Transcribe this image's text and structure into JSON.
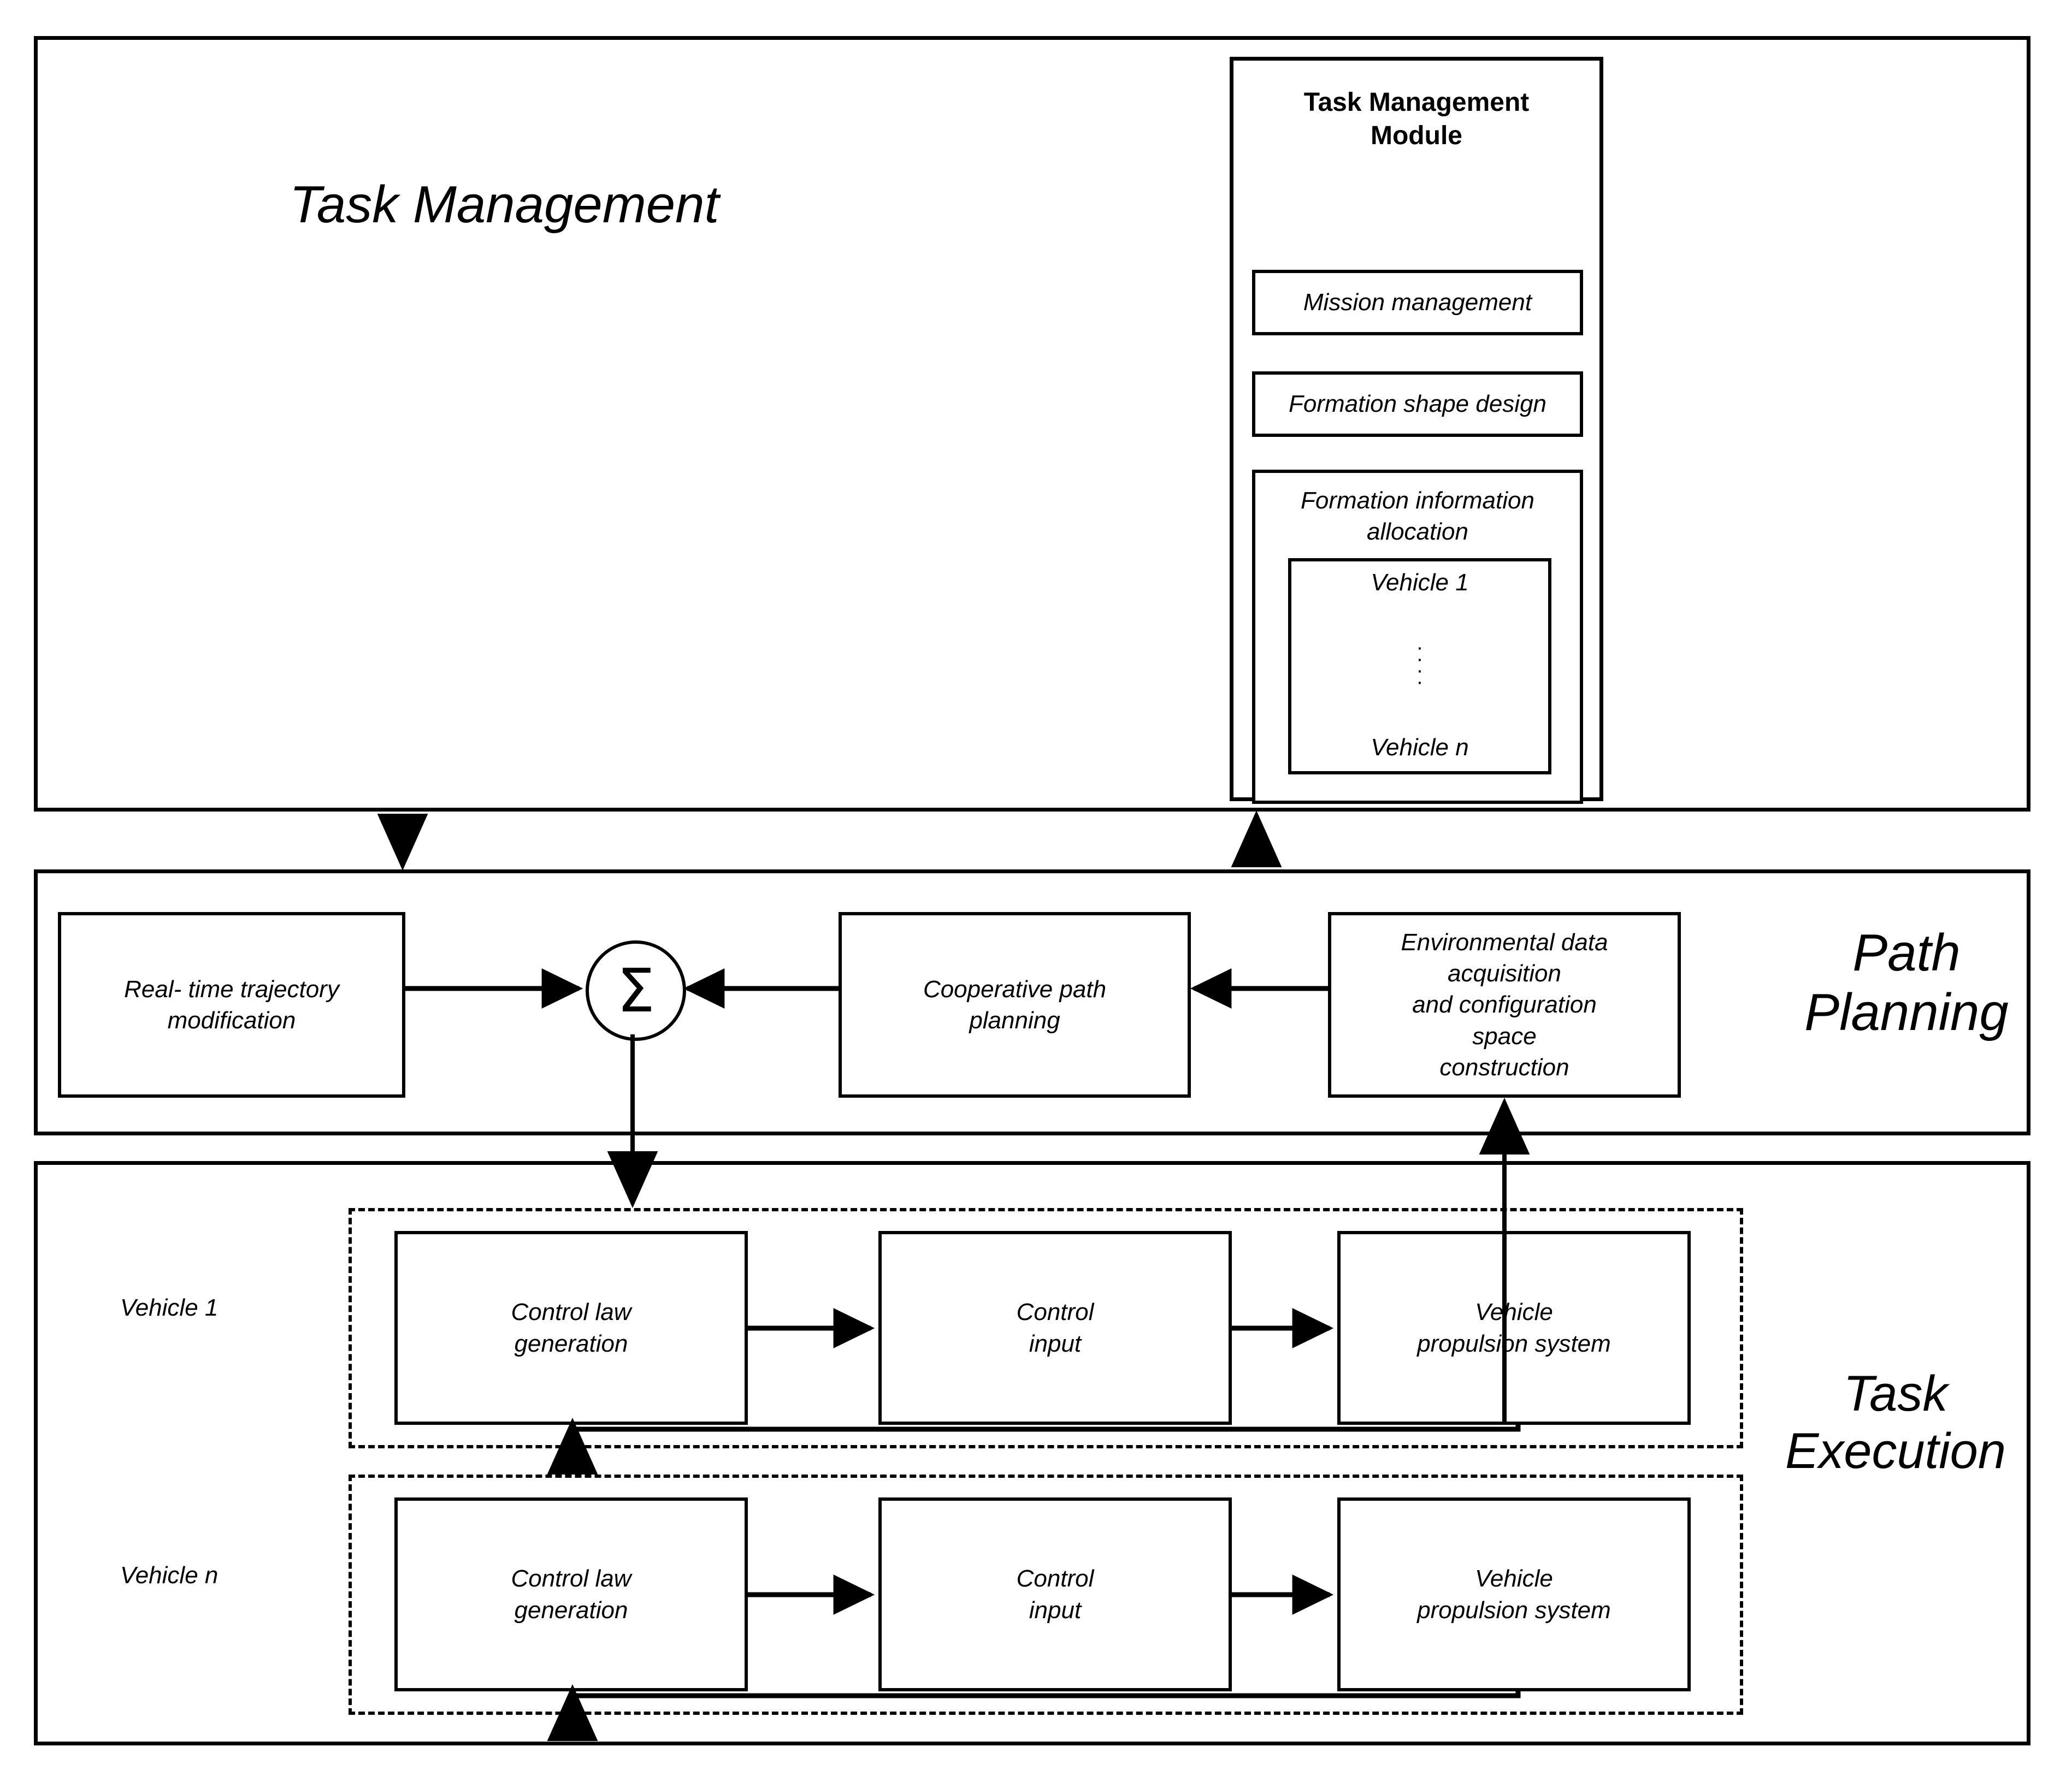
{
  "diagram": {
    "title": "Hierarchical multi-vehicle formation control architecture",
    "sections": {
      "task_management": {
        "label": "Task Management",
        "module": {
          "title": "Task Management\nModule",
          "items": [
            {
              "label": "Mission management"
            },
            {
              "label": "Formation shape design"
            },
            {
              "label": "Formation information\nallocation",
              "inner": {
                "first": "Vehicle 1",
                "ellipsis": [
                  "·",
                  "·",
                  "·",
                  "·"
                ],
                "last": "Vehicle n"
              }
            }
          ]
        }
      },
      "path_planning": {
        "label": "Path\nPlanning",
        "nodes": [
          {
            "id": "realtime",
            "label": "Real- time trajectory\nmodification"
          },
          {
            "id": "sum",
            "label": "Σ"
          },
          {
            "id": "coop",
            "label": "Cooperative path\nplanning"
          },
          {
            "id": "env",
            "label": "Environmental data\nacquisition\nand configuration\nspace\nconstruction"
          }
        ]
      },
      "task_execution": {
        "label": "Task\nExecution",
        "rows": [
          {
            "row_label": "Vehicle 1",
            "nodes": [
              {
                "id": "clg1",
                "label": "Control law\ngeneration"
              },
              {
                "id": "ci1",
                "label": "Control\ninput"
              },
              {
                "id": "vps1",
                "label": "Vehicle\npropulsion system"
              }
            ]
          },
          {
            "row_label": "Vehicle n",
            "nodes": [
              {
                "id": "clgn",
                "label": "Control law\ngeneration"
              },
              {
                "id": "cin",
                "label": "Control\ninput"
              },
              {
                "id": "vpsn",
                "label": "Vehicle\npropulsion system"
              }
            ]
          }
        ]
      }
    },
    "colors": {
      "stroke": "#000000",
      "background": "#ffffff"
    }
  }
}
